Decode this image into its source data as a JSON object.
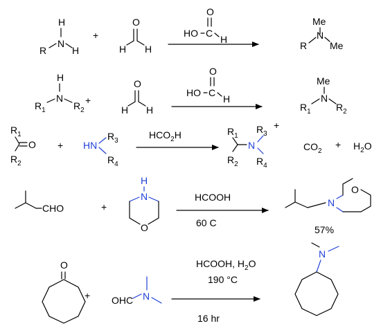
{
  "atoms": {
    "H": "H",
    "N": "N",
    "R": "R",
    "O": "O",
    "C": "C",
    "HO": "HO",
    "Me": "Me",
    "HN": "HN"
  },
  "sub": {
    "one": "1",
    "two": "2",
    "three": "3",
    "four": "4"
  },
  "signs": {
    "plus": "+"
  },
  "reactions": {
    "r3": {
      "reagent_main": "HCO",
      "reagent_sub": "2",
      "reagent_tail": "H",
      "co2_main": "CO",
      "co2_sub": "2",
      "h2o_pre": "H",
      "h2o_sub": "2",
      "h2o_post": "O"
    },
    "r4": {
      "aldehyde": "CHO",
      "reagent": "HCOOH",
      "condition": "60 C",
      "yield": "57%"
    },
    "r5": {
      "reagent": "HCOOH, H",
      "reagent_sub": "2",
      "reagent_tail": "O",
      "temperature": "190 °C",
      "time": "16 hr",
      "ohc": "OHC"
    }
  },
  "colors": {
    "heteroatom_blue": "#1f3fd6",
    "ink": "#000000"
  }
}
